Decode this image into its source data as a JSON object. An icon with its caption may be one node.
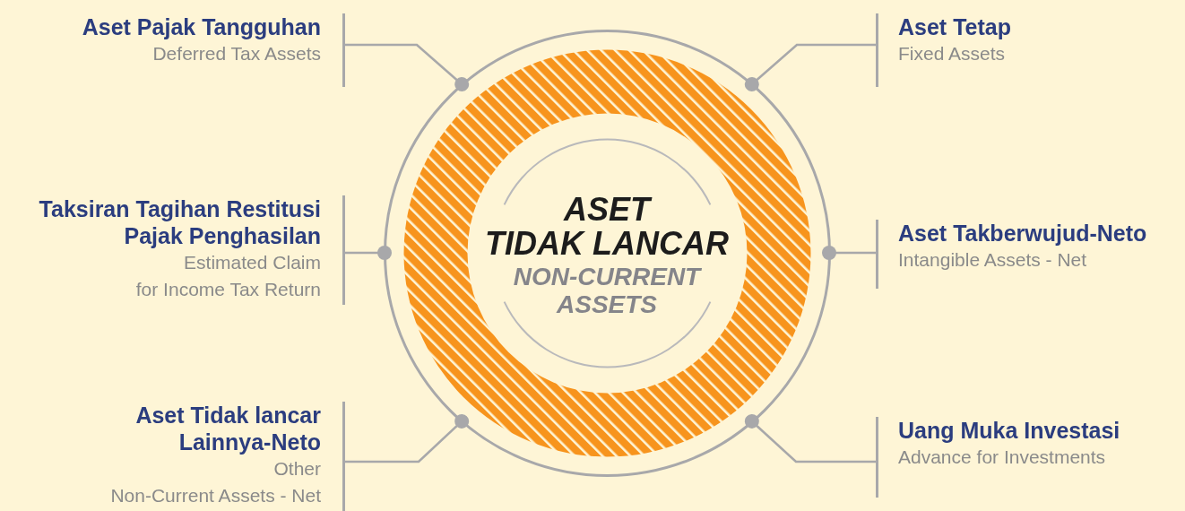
{
  "diagram": {
    "nodes": [
      {
        "text": [
          "ASET TIDAK LANCAR",
          "NON-CURRENT ASSETS"
        ]
      },
      {
        "text": [
          "Aset Pajak Tangguhan",
          "Deferred Tax Assets"
        ]
      },
      {
        "text": [
          "Aset Tetap",
          "Fixed Assets"
        ]
      },
      {
        "text": [
          "Taksiran Tagihan Restitusi Pajak Penghasilan",
          "Estimated Claim for Income Tax Return"
        ]
      },
      {
        "text": [
          "Aset Takberwujud-Neto",
          "Intangible Assets - Net"
        ]
      },
      {
        "text": [
          "Aset Tidak lancar Lainnya-Neto",
          "Other Non-Current Assets - Net"
        ]
      },
      {
        "text": [
          "Uang Muka Investasi",
          "Advance for Investments"
        ]
      }
    ],
    "edges": [
      {
        "from": 1,
        "to": 0,
        "arrow": "other"
      },
      {
        "from": 2,
        "to": 0,
        "arrow": "other"
      },
      {
        "from": 3,
        "to": 0,
        "arrow": "other"
      },
      {
        "from": 4,
        "to": 0,
        "arrow": "other"
      },
      {
        "from": 5,
        "to": 0,
        "arrow": "other"
      },
      {
        "from": 6,
        "to": 0,
        "arrow": "other"
      }
    ]
  }
}
